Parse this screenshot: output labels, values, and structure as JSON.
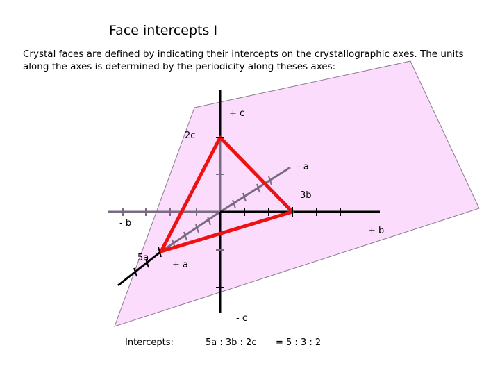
{
  "title": "Face intercepts I",
  "description": "Crystal faces are defined by indicating their intercepts on the crystallographic axes. The units along the axes is determined by the periodicity along theses axes:",
  "axis_labels": {
    "plus_c": "+ c",
    "minus_c": "- c",
    "minus_a": "- a",
    "plus_a": "+ a",
    "minus_b": "- b",
    "plus_b": "+ b"
  },
  "intercept_labels": {
    "c": "2c",
    "b": "3b",
    "a": "5a"
  },
  "footer": {
    "label": "Intercepts:",
    "expression": "5a : 3b : 2c",
    "ratio": "=  5 : 3 : 2"
  },
  "colors": {
    "plane_fill": "#fcdcfc",
    "positive_axis": "#000000",
    "negative_axis": "#7a6a82",
    "face_edge": "#ee1111"
  }
}
